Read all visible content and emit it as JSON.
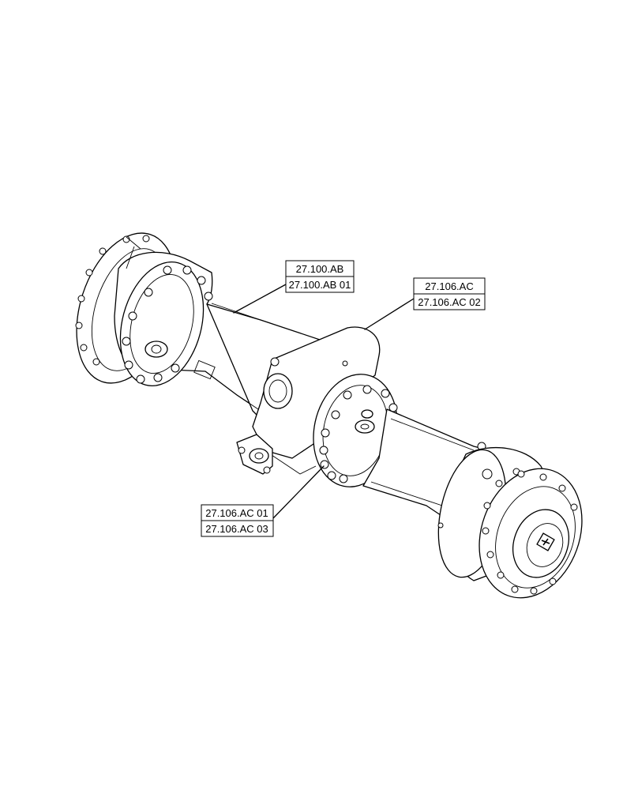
{
  "callouts": [
    {
      "id": "c1",
      "top": "27.100.AB",
      "bottom": "27.100.AB 01"
    },
    {
      "id": "c2",
      "top": "27.106.AC",
      "bottom": "27.106.AC 02"
    },
    {
      "id": "c3",
      "top": "27.106.AC 01",
      "bottom": "27.106.AC 03"
    }
  ],
  "colors": {
    "line": "#000000",
    "background": "#ffffff"
  }
}
